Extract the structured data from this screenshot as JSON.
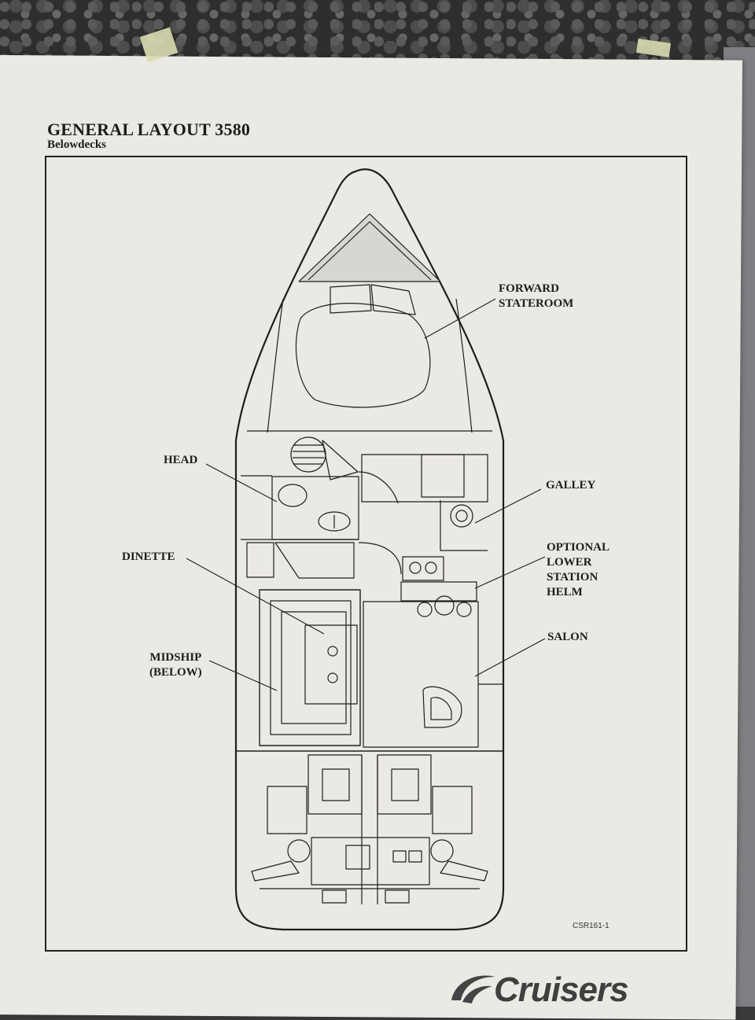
{
  "document": {
    "title": "GENERAL LAYOUT 3580",
    "subtitle": "Belowdecks",
    "drawing_code": "CSR161-1",
    "brand": "Cruisers"
  },
  "labels": {
    "forward_stateroom": "FORWARD\nSTATEROOM",
    "head": "HEAD",
    "galley": "GALLEY",
    "optional_lower_station_helm": "OPTIONAL\nLOWER\nSTATION\nHELM",
    "dinette": "DINETTE",
    "salon": "SALON",
    "midship_below": "MIDSHIP\n(BELOW)"
  },
  "colors": {
    "paper": "#ebe9e4",
    "ink": "#1d1d1d"
  },
  "icons": [
    "brand-swoosh-icon"
  ]
}
